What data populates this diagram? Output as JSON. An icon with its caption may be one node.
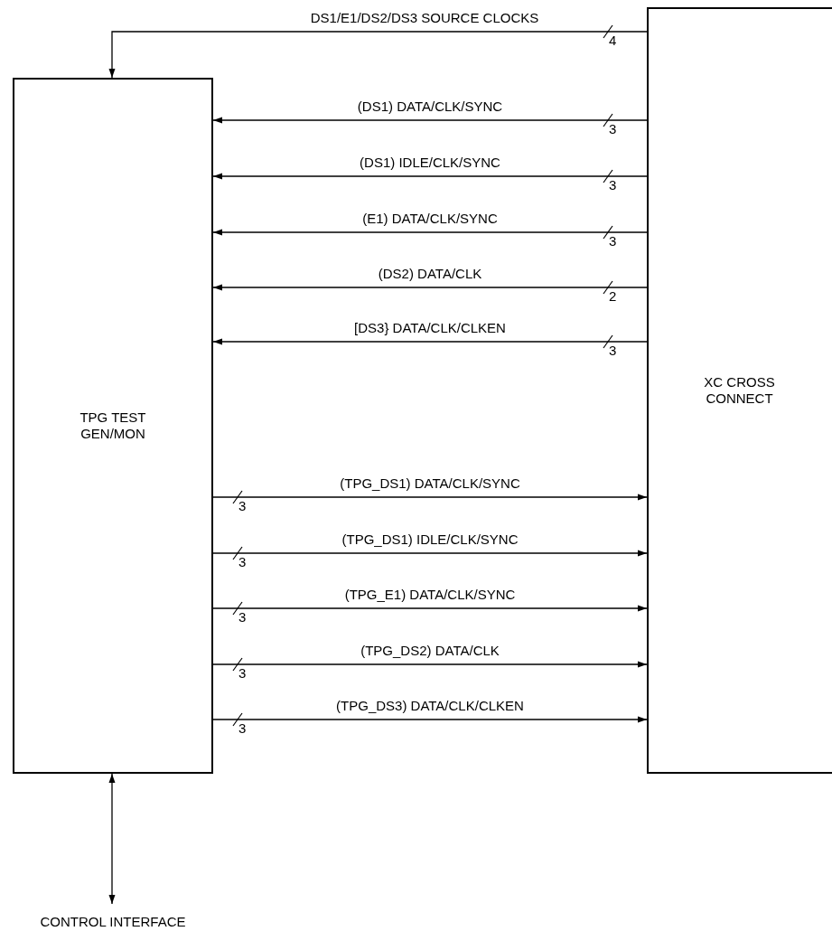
{
  "diagram": {
    "nodes": [
      {
        "text": [
          "TPG TEST GEN/MON"
        ]
      },
      {
        "text": [
          "XC CROSS CONNECT"
        ]
      },
      {
        "text": [
          "CONTROL INTERFACE"
        ]
      }
    ],
    "edges": [
      {
        "from": 1,
        "to": 0,
        "arrow": "to",
        "label": "DS1/E1/DS2/DS3 SOURCE CLOCKS"
      },
      {
        "from": 1,
        "to": 0,
        "arrow": "to",
        "label": "(DS1) DATA/CLK/SYNC"
      },
      {
        "from": 1,
        "to": 0,
        "arrow": "to",
        "label": "(DS1) IDLE/CLK/SYNC"
      },
      {
        "from": 1,
        "to": 0,
        "arrow": "to",
        "label": "(E1) DATA/CLK/SYNC"
      },
      {
        "from": 1,
        "to": 0,
        "arrow": "to",
        "label": "(DS2) DATA/CLK"
      },
      {
        "from": 1,
        "to": 0,
        "arrow": "to",
        "label": "[DS3} DATA/CLK/CLKEN"
      },
      {
        "from": 0,
        "to": 1,
        "arrow": "to",
        "label": "(TPG_DS1) DATA/CLK/SYNC"
      },
      {
        "from": 0,
        "to": 1,
        "arrow": "to",
        "label": "(TPG_DS1) IDLE/CLK/SYNC"
      },
      {
        "from": 0,
        "to": 1,
        "arrow": "to",
        "label": "(TPG_E1) DATA/CLK/SYNC"
      },
      {
        "from": 0,
        "to": 1,
        "arrow": "to",
        "label": "(TPG_DS2) DATA/CLK"
      },
      {
        "from": 0,
        "to": 1,
        "arrow": "to",
        "label": "(TPG_DS3) DATA/CLK/CLKEN"
      },
      {
        "from": 0,
        "to": 2,
        "arrow": "both"
      }
    ],
    "labels": [
      "4",
      "3",
      "3",
      "3",
      "2",
      "3",
      "3",
      "3",
      "3",
      "3",
      "3"
    ]
  }
}
